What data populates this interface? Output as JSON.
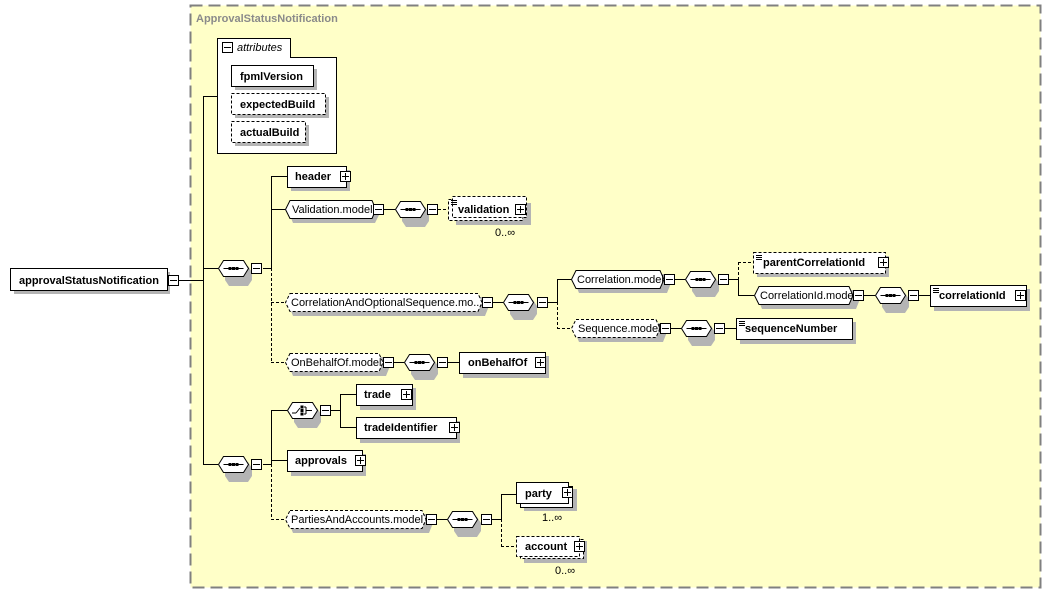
{
  "diagram": {
    "root_element": "approvalStatusNotification",
    "complex_type": "ApprovalStatusNotification",
    "attributes_group": {
      "label": "attributes",
      "items": [
        {
          "name": "fpmlVersion",
          "optional": false
        },
        {
          "name": "expectedBuild",
          "optional": true
        },
        {
          "name": "actualBuild",
          "optional": true
        }
      ]
    },
    "nodes": {
      "header": "header",
      "validation_model": "Validation.model",
      "validation": "validation",
      "validation_card": "0..∞",
      "corr_seq_model": "CorrelationAndOptionalSequence.mo...",
      "correlation_model": "Correlation.model",
      "parent_correlation_id": "parentCorrelationId",
      "correlation_id_model": "CorrelationId.model",
      "correlation_id": "correlationId",
      "sequence_model": "Sequence.model",
      "sequence_number": "sequenceNumber",
      "on_behalf_of_model": "OnBehalfOf.model",
      "on_behalf_of": "onBehalfOf",
      "trade": "trade",
      "trade_identifier": "tradeIdentifier",
      "approvals": "approvals",
      "parties_accounts_model": "PartiesAndAccounts.model",
      "party": "party",
      "party_card": "1..∞",
      "account": "account",
      "account_card": "0..∞"
    },
    "colors": {
      "type_background": "#ffffc8",
      "type_border": "#808080",
      "shadow": "#b4b4b4",
      "title": "#8a8a8a"
    }
  }
}
